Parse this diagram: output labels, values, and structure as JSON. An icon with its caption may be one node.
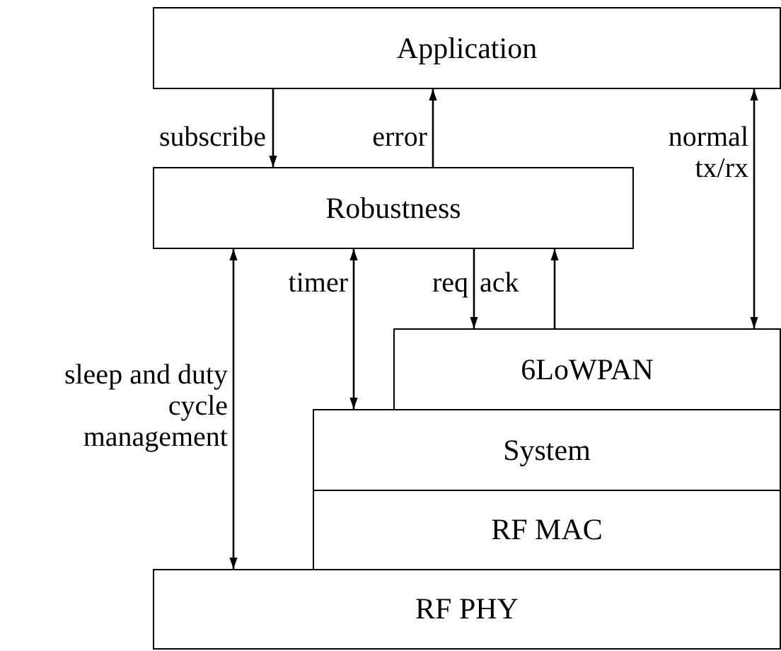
{
  "diagram": {
    "nodes": [
      {
        "text": [
          "Application"
        ]
      },
      {
        "text": [
          "Robustness"
        ]
      },
      {
        "text": [
          "6LoWPAN"
        ]
      },
      {
        "text": [
          "System"
        ]
      },
      {
        "text": [
          "RF MAC"
        ]
      },
      {
        "text": [
          "RF PHY"
        ]
      }
    ],
    "edges": [
      {
        "from": 0,
        "to": 1,
        "arrow": "to",
        "label": "subscribe"
      },
      {
        "from": 1,
        "to": 0,
        "arrow": "to",
        "label": "error"
      },
      {
        "from": 0,
        "to": 2,
        "arrow": "both",
        "label": "normal tx/rx"
      },
      {
        "from": 1,
        "to": 5,
        "arrow": "both",
        "label": "sleep and duty cycle management"
      },
      {
        "from": 1,
        "to": 3,
        "arrow": "both",
        "label": "timer"
      },
      {
        "from": 1,
        "to": 2,
        "arrow": "to",
        "label": "req"
      },
      {
        "from": 2,
        "to": 1,
        "arrow": "to",
        "label": "ack"
      }
    ]
  }
}
